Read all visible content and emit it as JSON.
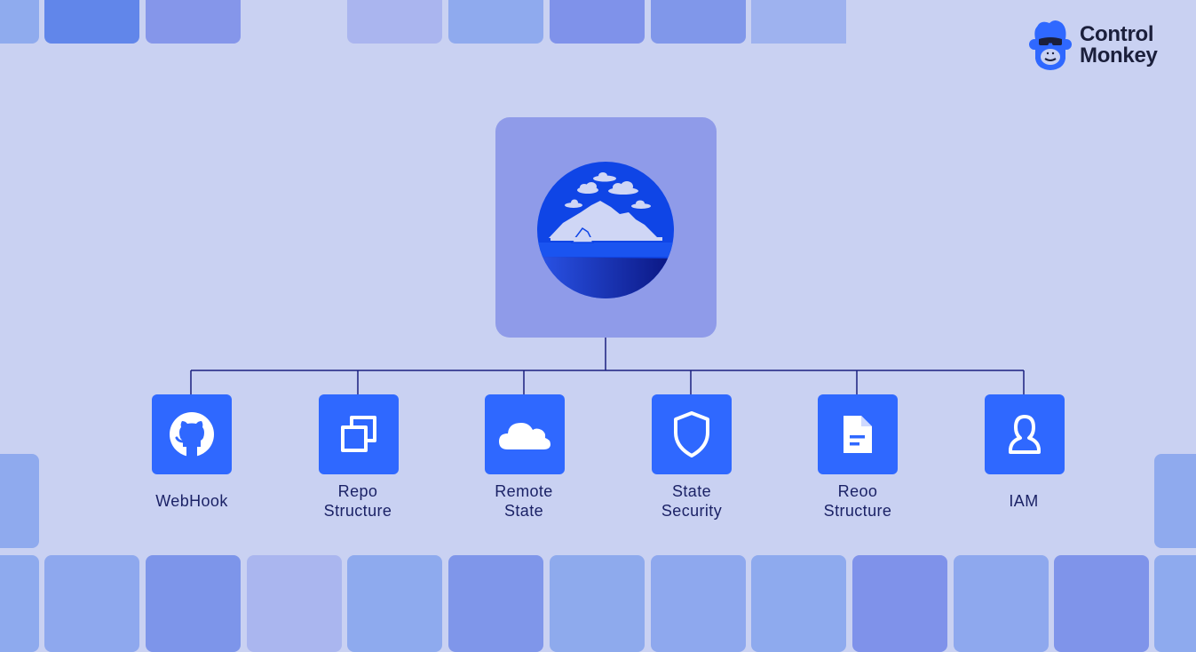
{
  "brand": {
    "name_line1": "Control",
    "name_line2": "Monkey",
    "logo_icon": "monkey-with-sunglasses-icon",
    "accent": "#2f68ff"
  },
  "hub": {
    "icon": "island-mountain-emblem-icon"
  },
  "nodes": [
    {
      "icon": "github-icon",
      "line1": "WebHook",
      "line2": ""
    },
    {
      "icon": "copy-squares-icon",
      "line1": "Repo",
      "line2": "Structure"
    },
    {
      "icon": "cloud-icon",
      "line1": "Remote",
      "line2": "State"
    },
    {
      "icon": "shield-icon",
      "line1": "State",
      "line2": "Security"
    },
    {
      "icon": "document-icon",
      "line1": "Reoo",
      "line2": "Structure"
    },
    {
      "icon": "user-icon",
      "line1": "IAM",
      "line2": ""
    }
  ],
  "colors": {
    "background": "#c9d1f2",
    "hub_fill": "#8f9be9",
    "node_fill": "#2f68ff",
    "connector": "#1a2080",
    "label": "#1b2266"
  }
}
